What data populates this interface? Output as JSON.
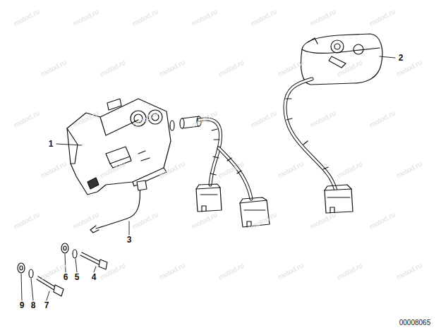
{
  "diagram": {
    "labels": [
      "1",
      "2",
      "3",
      "4",
      "5",
      "6",
      "7",
      "8",
      "9",
      "00008065",
      "motod.ru",
      "motod.ru",
      "motod.ru",
      "motod.ru",
      "motod.ru",
      "motod.ru",
      "motod.ru",
      "motod.ru",
      "motod.ru",
      "motod.ru",
      "motod.ru",
      "motod.ru",
      "motod.ru",
      "motod.ru",
      "motod.ru",
      "motod.ru",
      "motod.ru",
      "motod.ru",
      "motod.ru",
      "motod.ru",
      "motod.ru",
      "motod.ru",
      "motod.ru",
      "motod.ru",
      "motod.ru",
      "motod.ru",
      "motod.ru",
      "motod.ru",
      "motod.ru",
      "motod.ru",
      "motod.ru",
      "motod.ru",
      "motod.ru",
      "motod.ru",
      "motod.ru",
      "motod.ru",
      "motod.ru",
      "motod.ru",
      "motod.ru",
      "motod.ru",
      "motod.ru",
      "motod.ru"
    ]
  }
}
